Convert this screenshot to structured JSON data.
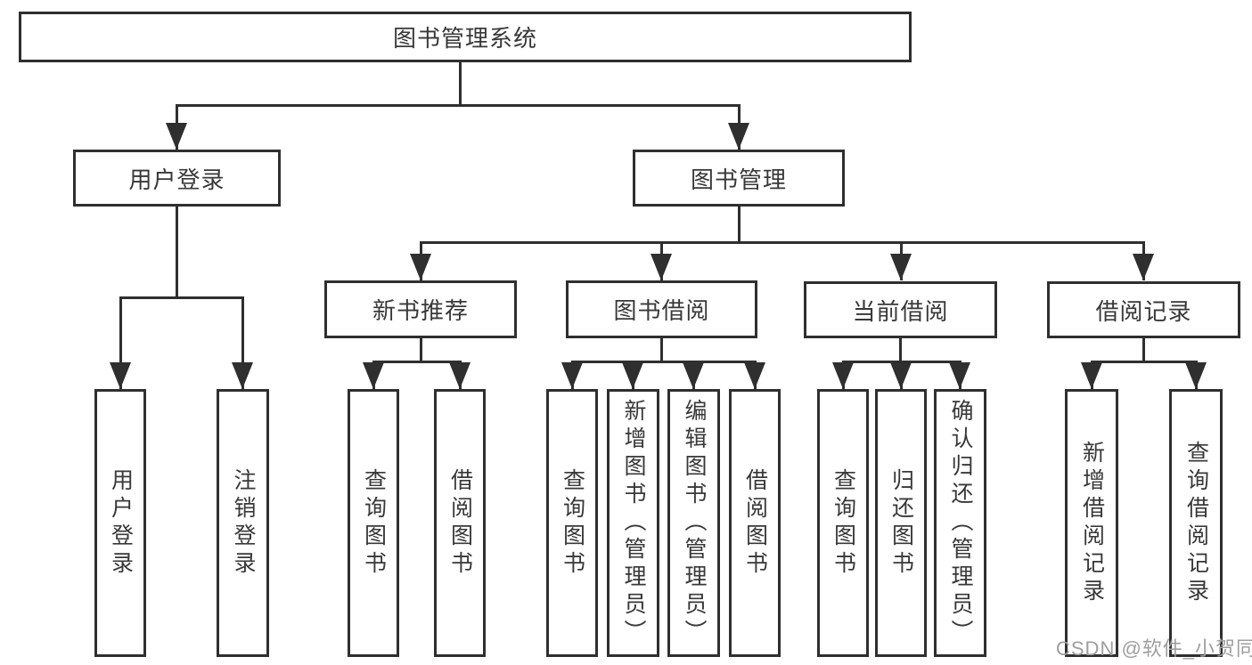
{
  "tree": {
    "root": "图书管理系统",
    "branches": [
      {
        "label": "用户登录",
        "children": [
          "用户登录",
          "注销登录"
        ]
      },
      {
        "label": "图书管理",
        "groups": [
          {
            "label": "新书推荐",
            "children": [
              "查询图书",
              "借阅图书"
            ]
          },
          {
            "label": "图书借阅",
            "children": [
              "查询图书",
              "新增图书（管理员）",
              "编辑图书（管理员）",
              "借阅图书"
            ]
          },
          {
            "label": "当前借阅",
            "children": [
              "查询图书",
              "归还图书",
              "确认归还（管理员）"
            ]
          },
          {
            "label": "借阅记录",
            "children": [
              "新增借阅记录",
              "查询借阅记录"
            ]
          }
        ]
      }
    ]
  },
  "watermark": "CSDN @软件_小贺同学",
  "colors": {
    "line": "#2f2f2f",
    "text": "#383838",
    "watermark": "#9e9e9e",
    "background": "#ffffff"
  }
}
